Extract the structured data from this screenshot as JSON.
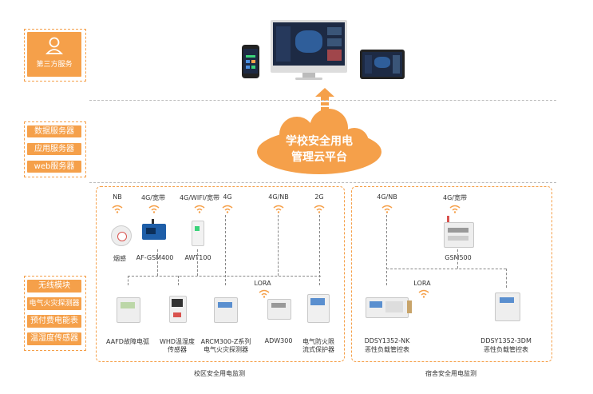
{
  "colors": {
    "accent": "#f5a04a",
    "line": "#888888"
  },
  "third_party": {
    "label": "第三方服务",
    "icon": "user-icon"
  },
  "servers": [
    "数据服务器",
    "应用服务器",
    "web服务器"
  ],
  "cloud": {
    "line1": "学校安全用电",
    "line2": "管理云平台"
  },
  "modules": [
    "无线模块",
    "电气火灾探测器",
    "预付费电能表",
    "温湿度传感器"
  ],
  "campus": {
    "footer": "校区安全用电监测",
    "networks": [
      "NB",
      "4G/宽带",
      "4G/WIFI/宽带",
      "4G",
      "4G/NB",
      "2G"
    ],
    "top_devices": [
      "烟感",
      "AF-GSM400",
      "AWT100"
    ],
    "lora": "LORA",
    "bottom_devices": [
      {
        "line1": "AAFD故障电弧",
        "line2": ""
      },
      {
        "line1": "WHD温湿度",
        "line2": "传感器"
      },
      {
        "line1": "ARCM300-Z系列",
        "line2": "电气火灾探测器"
      },
      {
        "line1": "ADW300",
        "line2": ""
      },
      {
        "line1": "电气防火限",
        "line2": "流式保护器"
      }
    ]
  },
  "dorm": {
    "footer": "宿舍安全用电监测",
    "networks": [
      "4G/NB",
      "4G/宽带"
    ],
    "gateway": "GSM500",
    "lora": "LORA",
    "devices": [
      {
        "line1": "DDSY1352-NK",
        "line2": "恶性负载管控表"
      },
      {
        "line1": "DDSY1352-3DM",
        "line2": "恶性负载管控表"
      }
    ]
  }
}
